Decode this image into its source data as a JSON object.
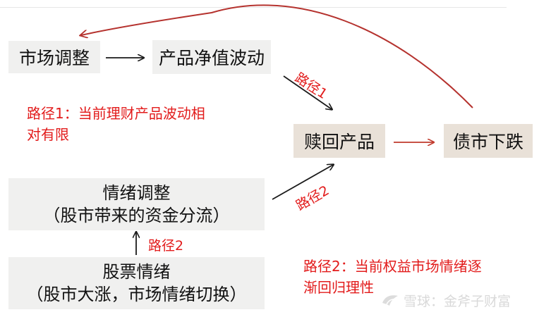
{
  "nodes": {
    "market_adjust": "市场调整",
    "nav_volatility": "产品净值波动",
    "redeem": "赎回产品",
    "bond_fall": "债市下跌",
    "sentiment_adjust_line1": "情绪调整",
    "sentiment_adjust_line2": "（股市带来的资金分流）",
    "stock_sentiment_line1": "股票情绪",
    "stock_sentiment_line2": "（股市大涨，市场情绪切换）"
  },
  "labels": {
    "path1_diag": "路径1",
    "path2_diag": "路径2",
    "path2_vertical": "路径2"
  },
  "notes": {
    "path1_line1": "路径1：当前理财产品波动相",
    "path1_line2": "对有限",
    "path2_line1": "路径2：当前权益市场情绪逐",
    "path2_line2": "渐回归理性"
  },
  "watermark": {
    "text": "雪球：金斧子财富"
  },
  "colors": {
    "red": "#e21b1b",
    "gray_box": "#f0f0ef",
    "tan_box": "#e9e1d8",
    "arrow_dark": "#1a1a1a",
    "arrow_curve": "#b5322e"
  }
}
